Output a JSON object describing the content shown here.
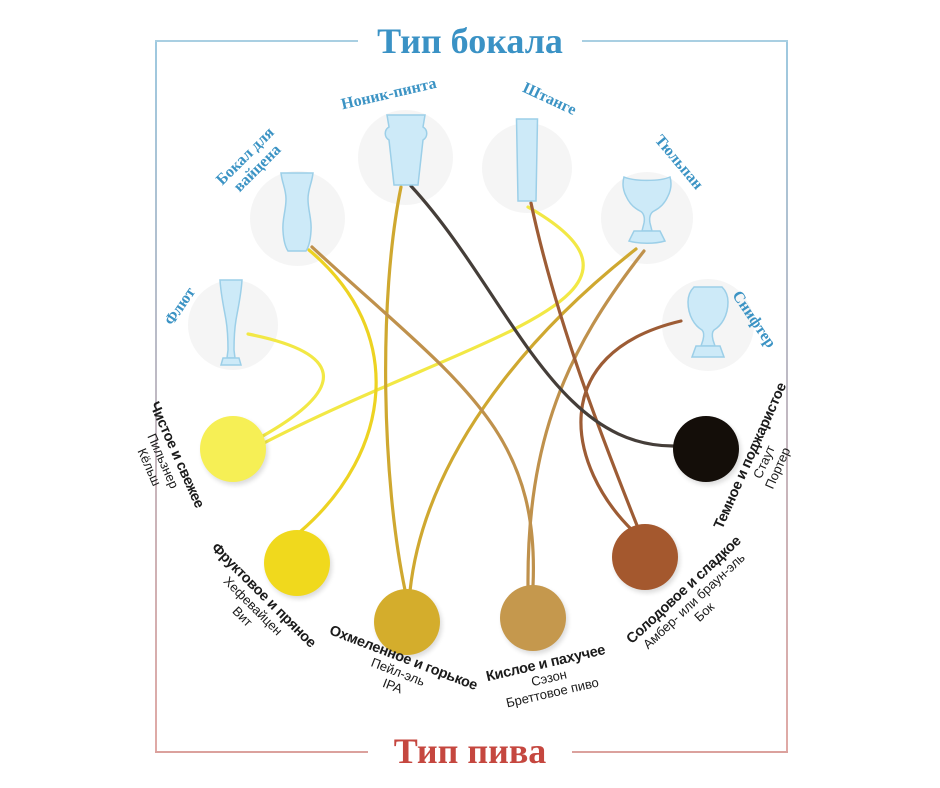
{
  "titles": {
    "top": "Тип бокала",
    "bottom": "Тип пива"
  },
  "glasses": [
    {
      "id": "weizen",
      "label": "Бокал для вайцена"
    },
    {
      "id": "nonic",
      "label": "Ноник-пинта"
    },
    {
      "id": "stange",
      "label": "Штанге"
    },
    {
      "id": "tulip",
      "label": "Тюльпан"
    },
    {
      "id": "flute",
      "label": "Флют"
    },
    {
      "id": "snifter",
      "label": "Снифтер"
    }
  ],
  "beers": [
    {
      "id": "clean",
      "title": "Чистое и свежее",
      "items": [
        "Пильзнер",
        "Кёльш"
      ],
      "color": "#f6ef55",
      "line_color": "#f2e845"
    },
    {
      "id": "fruity",
      "title": "Фруктовое и пряное",
      "items": [
        "Хефевайцен",
        "Вит"
      ],
      "color": "#f0d91d",
      "line_color": "#edd322"
    },
    {
      "id": "hoppy",
      "title": "Охмеленное и горькое",
      "items": [
        "Пейл-эль",
        "IPA"
      ],
      "color": "#d4ad2c",
      "line_color": "#cfa830"
    },
    {
      "id": "sour",
      "title": "Кислое и пахучее",
      "items": [
        "Сэзон",
        "Бреттовое пиво"
      ],
      "color": "#c5984d",
      "line_color": "#bf914c"
    },
    {
      "id": "malty",
      "title": "Солодовое и сладкое",
      "items": [
        "Амбер- или браун-эль",
        "Бок"
      ],
      "color": "#a4582e",
      "line_color": "#9d5c35"
    },
    {
      "id": "dark",
      "title": "Темное и поджаристое",
      "items": [
        "Стаут",
        "Портер"
      ],
      "color": "#140e09",
      "line_color": "#453e39"
    }
  ],
  "connections": [
    {
      "from": "clean",
      "to": "flute"
    },
    {
      "from": "clean",
      "to": "stange"
    },
    {
      "from": "fruity",
      "to": "weizen"
    },
    {
      "from": "hoppy",
      "to": "nonic"
    },
    {
      "from": "hoppy",
      "to": "tulip"
    },
    {
      "from": "sour",
      "to": "weizen"
    },
    {
      "from": "sour",
      "to": "tulip"
    },
    {
      "from": "malty",
      "to": "stange"
    },
    {
      "from": "malty",
      "to": "snifter"
    },
    {
      "from": "dark",
      "to": "nonic"
    }
  ],
  "colors": {
    "glass_fill": "#cdeaf8",
    "glass_stroke": "#9ccfe8",
    "label_blue": "#3b93c4",
    "title_blue": "#3a92c5",
    "title_red": "#c5473f"
  }
}
